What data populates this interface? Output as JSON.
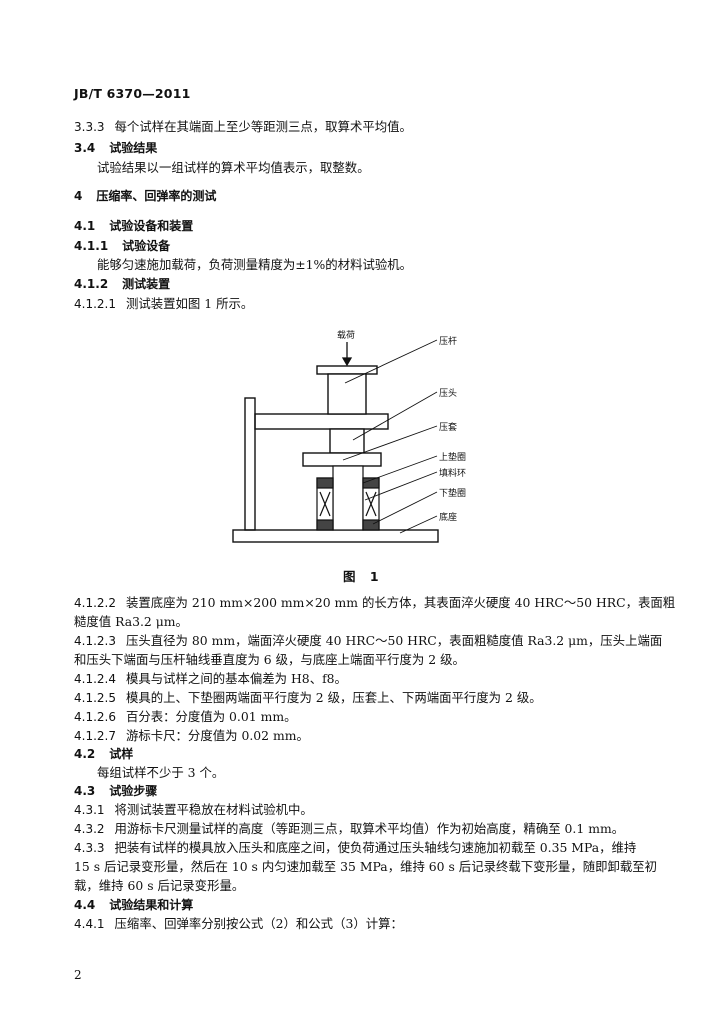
{
  "header": {
    "code": "JB/T 6370—2011"
  },
  "s333": {
    "num": "3.3.3",
    "text": "每个试样在其端面上至少等距测三点，取算术平均值。"
  },
  "s34": {
    "num": "3.4",
    "title": "试验结果"
  },
  "s34_body": "试验结果以一组试样的算术平均值表示，取整数。",
  "s4": {
    "num": "4",
    "title": "压缩率、回弹率的测试"
  },
  "s41": {
    "num": "4.1",
    "title": "试验设备和装置"
  },
  "s411": {
    "num": "4.1.1",
    "title": "试验设备"
  },
  "s411_body": "能够匀速施加载荷，负荷测量精度为±1%的材料试验机。",
  "s412": {
    "num": "4.1.2",
    "title": "测试装置"
  },
  "s4121": {
    "num": "4.1.2.1",
    "text": "测试装置如图 1 所示。"
  },
  "figure": {
    "labels": {
      "load": "载荷",
      "press_rod": "压杆",
      "press_head": "压头",
      "press_sleeve": "压套",
      "upper_ring": "上垫圈",
      "packing_ring": "填料环",
      "lower_ring": "下垫圈",
      "base": "底座"
    },
    "caption": "图 1"
  },
  "s4122": {
    "num": "4.1.2.2",
    "line1": "装置底座为 210 mm×200 mm×20 mm 的长方体，其表面淬火硬度 40 HRC～50 HRC，表面粗",
    "line2": "糙度值 Ra3.2 μm。"
  },
  "s4123": {
    "num": "4.1.2.3",
    "line1": "压头直径为 80 mm，端面淬火硬度 40 HRC～50 HRC，表面粗糙度值 Ra3.2 μm，压头上端面",
    "line2": "和压头下端面与压杆轴线垂直度为 6 级，与底座上端面平行度为 2 级。"
  },
  "s4124": {
    "num": "4.1.2.4",
    "text": "模具与试样之间的基本偏差为 H8、f8。"
  },
  "s4125": {
    "num": "4.1.2.5",
    "text": "模具的上、下垫圈两端面平行度为 2 级，压套上、下两端面平行度为 2 级。"
  },
  "s4126": {
    "num": "4.1.2.6",
    "text": "百分表：分度值为 0.01 mm。"
  },
  "s4127": {
    "num": "4.1.2.7",
    "text": "游标卡尺：分度值为 0.02 mm。"
  },
  "s42": {
    "num": "4.2",
    "title": "试样"
  },
  "s42_body": "每组试样不少于 3 个。",
  "s43": {
    "num": "4.3",
    "title": "试验步骤"
  },
  "s431": {
    "num": "4.3.1",
    "text": "将测试装置平稳放在材料试验机中。"
  },
  "s432": {
    "num": "4.3.2",
    "text": "用游标卡尺测量试样的高度（等距测三点，取算术平均值）作为初始高度，精确至 0.1 mm。"
  },
  "s433": {
    "num": "4.3.3",
    "line1": "把装有试样的模具放入压头和底座之间，使负荷通过压头轴线匀速施加初载至 0.35 MPa，维持",
    "line2": "15 s 后记录变形量，然后在 10 s 内匀速加载至 35 MPa，维持 60 s 后记录终载下变形量，随即卸载至初",
    "line3": "载，维持 60 s 后记录变形量。"
  },
  "s44": {
    "num": "4.4",
    "title": "试验结果和计算"
  },
  "s441": {
    "num": "4.4.1",
    "text": "压缩率、回弹率分别按公式（2）和公式（3）计算："
  },
  "page_number": "2"
}
